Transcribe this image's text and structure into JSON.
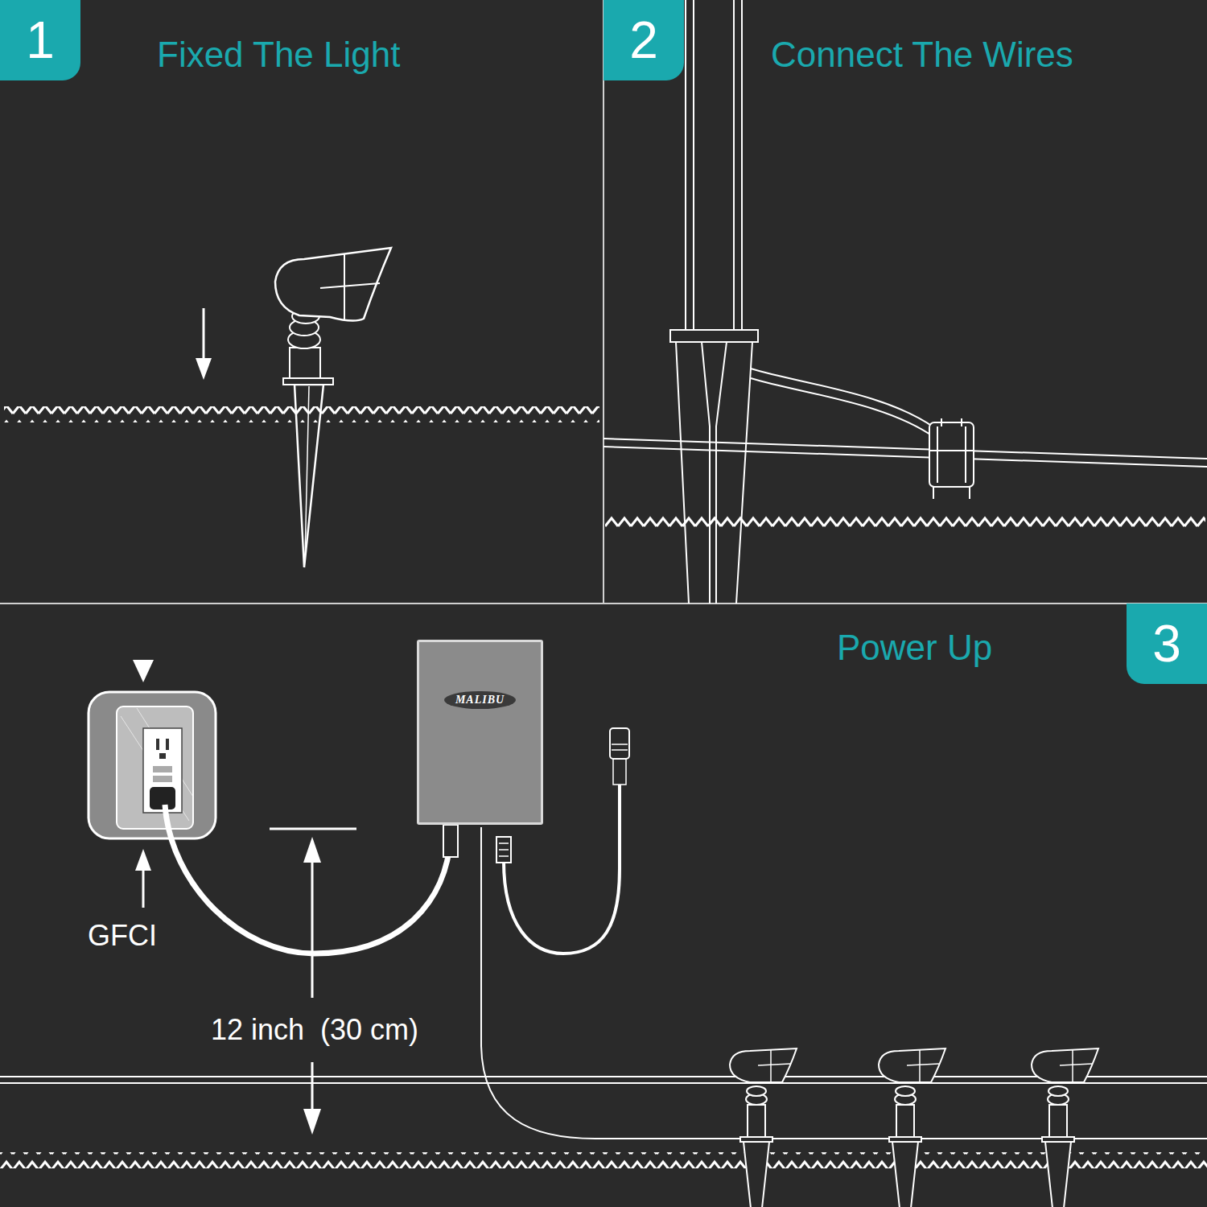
{
  "diagram": {
    "nodes": [
      {
        "text": [
          "Fixed The Light"
        ]
      },
      {
        "text": [
          "1"
        ],
        "in": 0
      },
      {
        "text": [
          "Connect The Wires"
        ]
      },
      {
        "text": [
          "2"
        ],
        "in": 2
      },
      {
        "text": [
          "Power Up"
        ]
      },
      {
        "text": [
          "3"
        ],
        "in": 4
      },
      {
        "text": [
          "MALIBU"
        ],
        "in": 4
      }
    ],
    "labels": [
      "GFCI",
      "12 inch  (30 cm)"
    ]
  }
}
